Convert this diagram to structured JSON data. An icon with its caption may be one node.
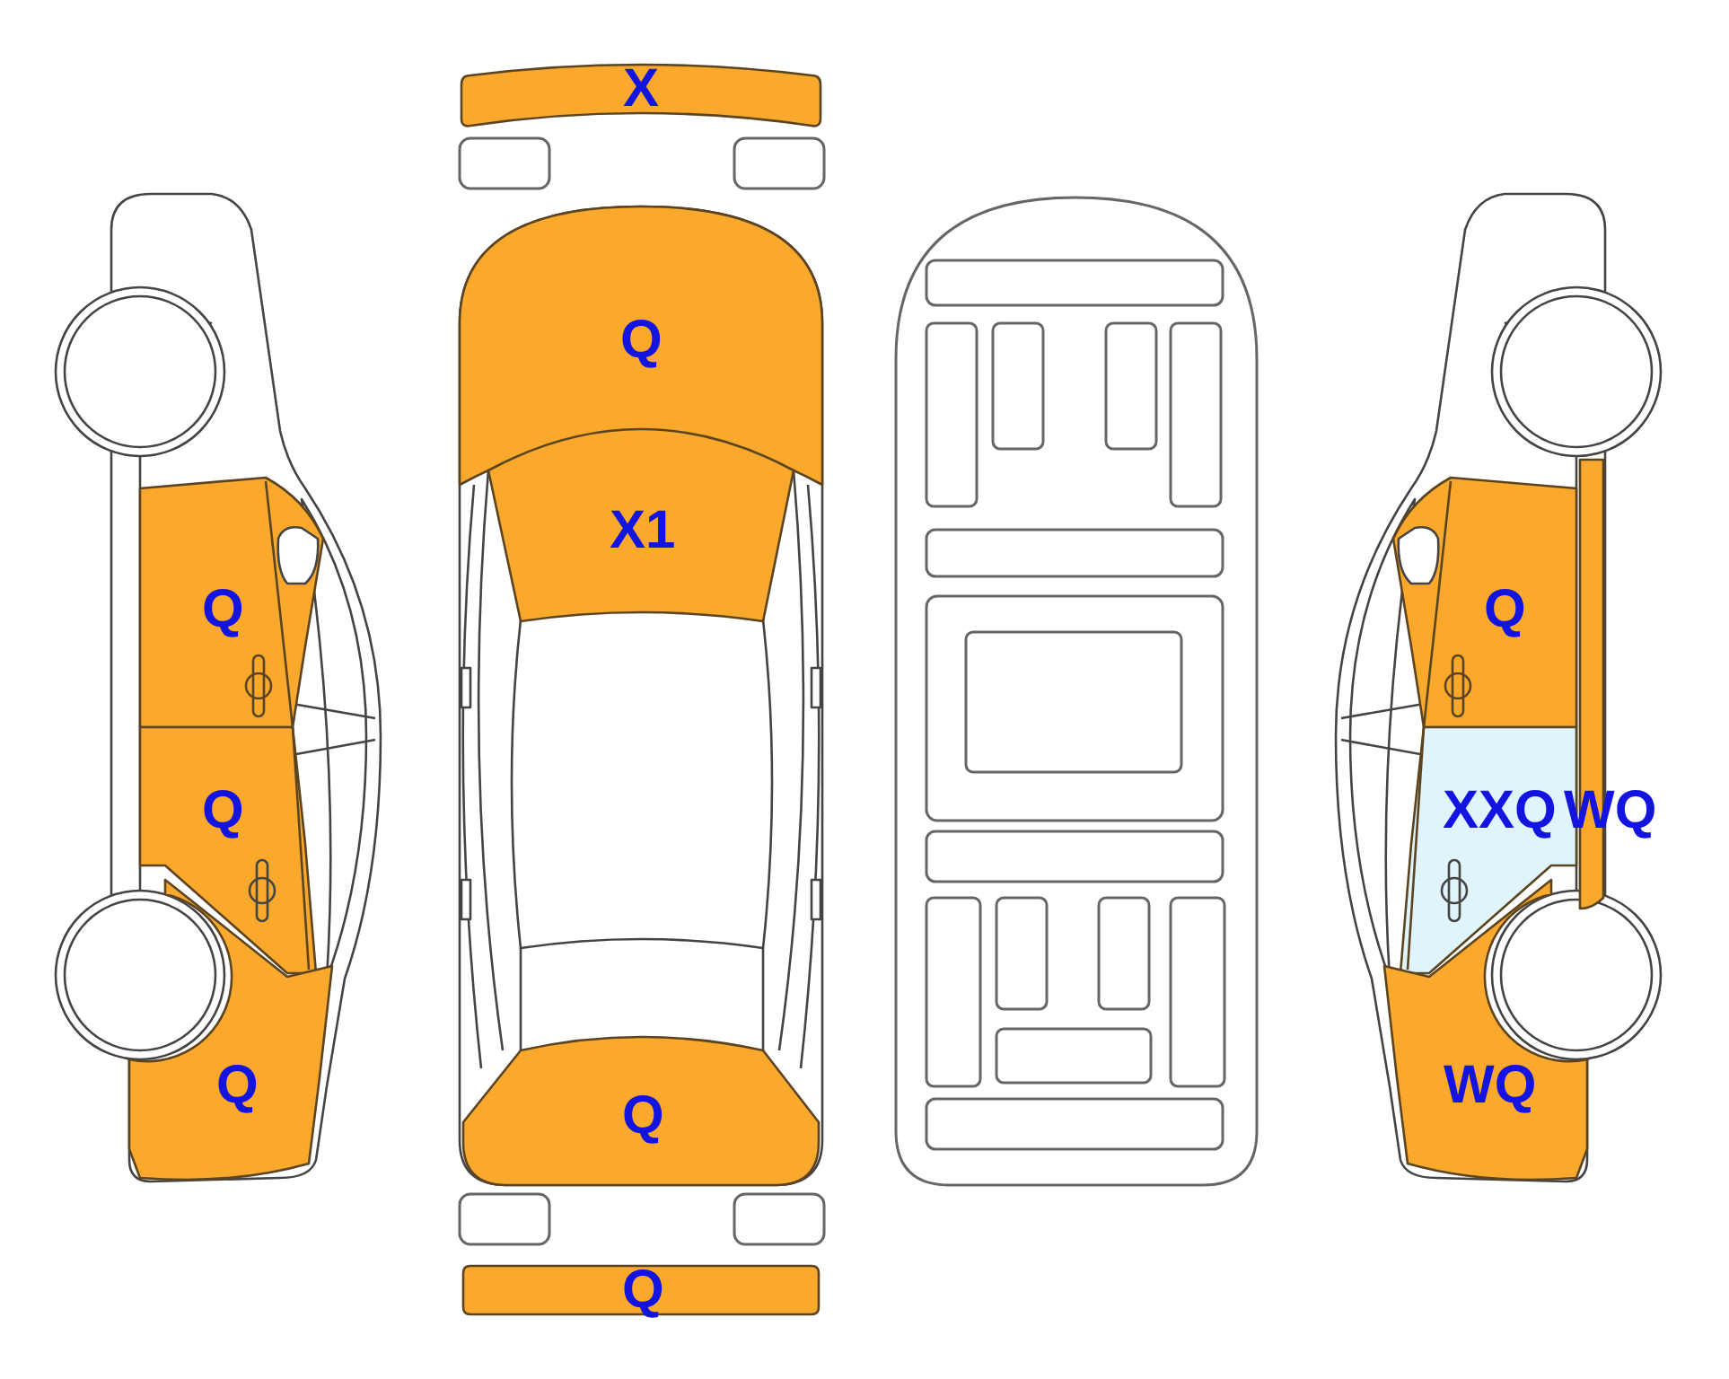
{
  "diagram": {
    "nodes": [
      {
        "text": [
          "X"
        ]
      },
      {
        "text": [
          "Q"
        ]
      },
      {
        "text": [
          "X1"
        ]
      },
      {
        "text": [
          "Q"
        ]
      },
      {
        "text": [
          "Q"
        ]
      },
      {
        "text": [
          "Q"
        ]
      },
      {
        "text": [
          "XXQ"
        ]
      },
      {
        "text": [
          "WQ"
        ]
      },
      {
        "text": [
          "Q"
        ]
      },
      {
        "text": [
          "WQ"
        ]
      },
      {
        "text": [
          "Q"
        ]
      },
      {
        "text": [
          "Q"
        ]
      }
    ]
  }
}
